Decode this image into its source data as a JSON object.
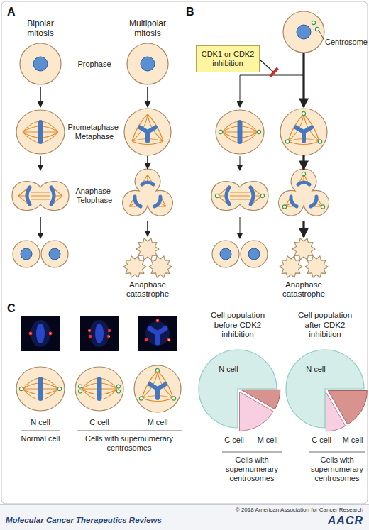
{
  "diagram": {
    "nodes": [
      {
        "text": [
          "CDK1 or CDK2 inhibition"
        ]
      }
    ],
    "labels": [
      "A",
      "Bipolar mitosis",
      "Multipolar mitosis",
      "Prophase",
      "Prometaphase-Metaphase",
      "Anaphase-Telophase",
      "B",
      "Centrosome",
      "Anaphase catastrophe",
      "Anaphase catastrophe",
      "C",
      "N cell",
      "C cell",
      "M cell",
      "Normal cell",
      "Cells with supernumerary centrosomes",
      "Cell population before CDK2 inhibition",
      "N cell",
      "C cell",
      "M cell",
      "Cells with supernumerary centrosomes",
      "Cell population after CDK2 inhibition",
      "N cell",
      "C cell",
      "M cell",
      "Cells with supernumerary centrosomes",
      "Molecular Cancer Therapeutics Reviews",
      "© 2018 American Association for Cancer Research",
      "AACR"
    ]
  }
}
